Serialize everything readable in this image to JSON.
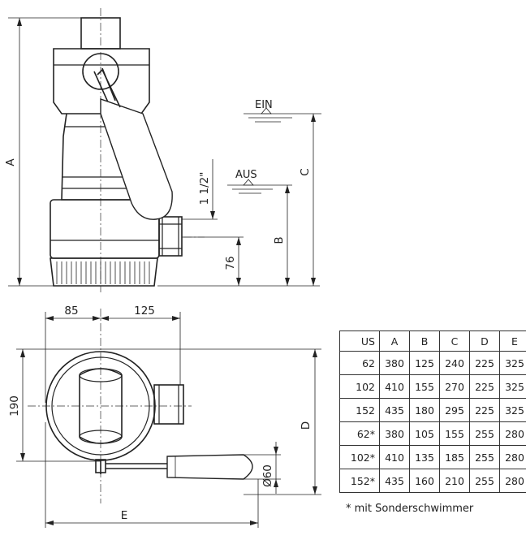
{
  "labels": {
    "ein": "EIN",
    "aus": "AUS",
    "dim_a": "A",
    "dim_b": "B",
    "dim_c": "C",
    "dim_d": "D",
    "dim_e": "E",
    "thread": "1 1/2\"",
    "dim_76": "76",
    "dim_85": "85",
    "dim_125": "125",
    "dim_190": "190",
    "dim_d60": "Ø60"
  },
  "table": {
    "headers": [
      "US",
      "A",
      "B",
      "C",
      "D",
      "E"
    ],
    "rows": [
      [
        "62",
        "380",
        "125",
        "240",
        "225",
        "325"
      ],
      [
        "102",
        "410",
        "155",
        "270",
        "225",
        "325"
      ],
      [
        "152",
        "435",
        "180",
        "295",
        "225",
        "325"
      ],
      [
        "62*",
        "380",
        "105",
        "155",
        "255",
        "280"
      ],
      [
        "102*",
        "410",
        "135",
        "185",
        "255",
        "280"
      ],
      [
        "152*",
        "435",
        "160",
        "210",
        "255",
        "280"
      ]
    ]
  },
  "footnote": "* mit Sonderschwimmer"
}
